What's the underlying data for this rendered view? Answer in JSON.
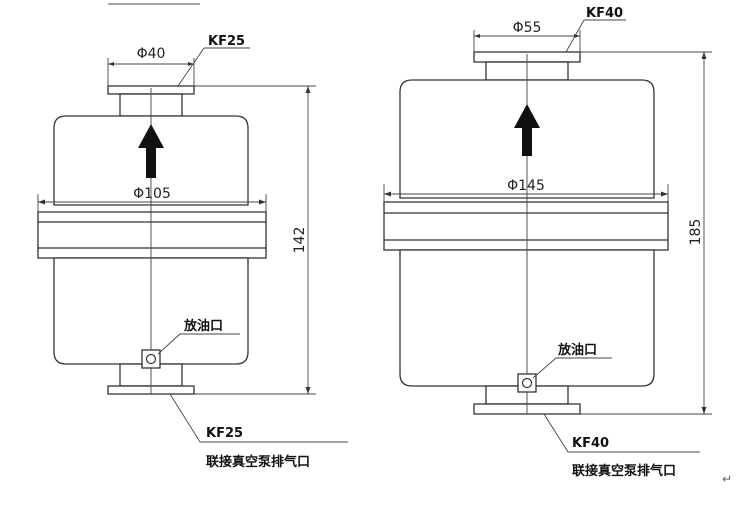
{
  "left": {
    "top_diameter": "Φ40",
    "top_flange": "KF25",
    "body_diameter": "Φ105",
    "height": "142",
    "drain_label": "放油口",
    "bottom_flange": "KF25",
    "connect_label": "联接真空泵排气口"
  },
  "right": {
    "top_diameter": "Φ55",
    "top_flange": "KF40",
    "body_diameter": "Φ145",
    "height": "185",
    "drain_label": "放油口",
    "bottom_flange": "KF40",
    "connect_label": "联接真空泵排气口"
  },
  "return_mark": "↵"
}
